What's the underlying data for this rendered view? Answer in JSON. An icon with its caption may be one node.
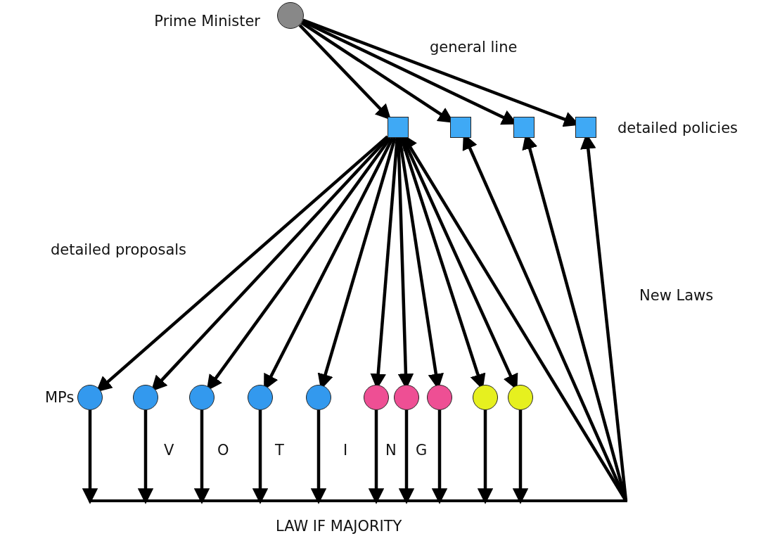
{
  "diagram": {
    "nodes": [
      {
        "text": [],
        "shape": "circle",
        "beside": [
          "Prime Minister"
        ]
      },
      {
        "text": [],
        "shape": "box"
      },
      {
        "text": [],
        "shape": "box"
      },
      {
        "text": [],
        "shape": "box"
      },
      {
        "text": [],
        "shape": "box"
      },
      {
        "text": [],
        "shape": "circle"
      },
      {
        "text": [],
        "shape": "circle"
      },
      {
        "text": [],
        "shape": "circle"
      },
      {
        "text": [],
        "shape": "circle"
      },
      {
        "text": [],
        "shape": "circle"
      },
      {
        "text": [],
        "shape": "circle"
      },
      {
        "text": [],
        "shape": "circle"
      },
      {
        "text": [],
        "shape": "circle"
      },
      {
        "text": [],
        "shape": "circle"
      },
      {
        "text": [],
        "shape": "circle"
      },
      {
        "text": [],
        "shape": "bar"
      }
    ],
    "edges": [
      {
        "from": 0,
        "to": 1,
        "arrow": "to"
      },
      {
        "from": 0,
        "to": 2,
        "arrow": "to"
      },
      {
        "from": 0,
        "to": 3,
        "arrow": "to"
      },
      {
        "from": 0,
        "to": 4,
        "arrow": "to"
      },
      {
        "from": 1,
        "to": 5,
        "arrow": "to"
      },
      {
        "from": 1,
        "to": 6,
        "arrow": "to"
      },
      {
        "from": 1,
        "to": 7,
        "arrow": "to"
      },
      {
        "from": 1,
        "to": 8,
        "arrow": "to"
      },
      {
        "from": 1,
        "to": 9,
        "arrow": "to"
      },
      {
        "from": 1,
        "to": 10,
        "arrow": "to"
      },
      {
        "from": 1,
        "to": 11,
        "arrow": "to"
      },
      {
        "from": 1,
        "to": 12,
        "arrow": "to"
      },
      {
        "from": 1,
        "to": 13,
        "arrow": "to"
      },
      {
        "from": 1,
        "to": 14,
        "arrow": "to"
      },
      {
        "from": 5,
        "to": 15,
        "arrow": "to"
      },
      {
        "from": 6,
        "to": 15,
        "arrow": "to"
      },
      {
        "from": 7,
        "to": 15,
        "arrow": "to"
      },
      {
        "from": 8,
        "to": 15,
        "arrow": "to"
      },
      {
        "from": 9,
        "to": 15,
        "arrow": "to"
      },
      {
        "from": 10,
        "to": 15,
        "arrow": "to"
      },
      {
        "from": 11,
        "to": 15,
        "arrow": "to"
      },
      {
        "from": 12,
        "to": 15,
        "arrow": "to"
      },
      {
        "from": 13,
        "to": 15,
        "arrow": "to"
      },
      {
        "from": 14,
        "to": 15,
        "arrow": "to"
      },
      {
        "from": 15,
        "to": 1,
        "arrow": "to"
      },
      {
        "from": 15,
        "to": 2,
        "arrow": "to"
      },
      {
        "from": 15,
        "to": 3,
        "arrow": "to"
      },
      {
        "from": 15,
        "to": 4,
        "arrow": "to"
      }
    ],
    "labels": [
      "general line",
      "detailed policies",
      "detailed proposals",
      "New Laws",
      "MPs",
      "V",
      "O",
      "T",
      "I",
      "N",
      "G",
      "LAW IF MAJORITY"
    ]
  }
}
